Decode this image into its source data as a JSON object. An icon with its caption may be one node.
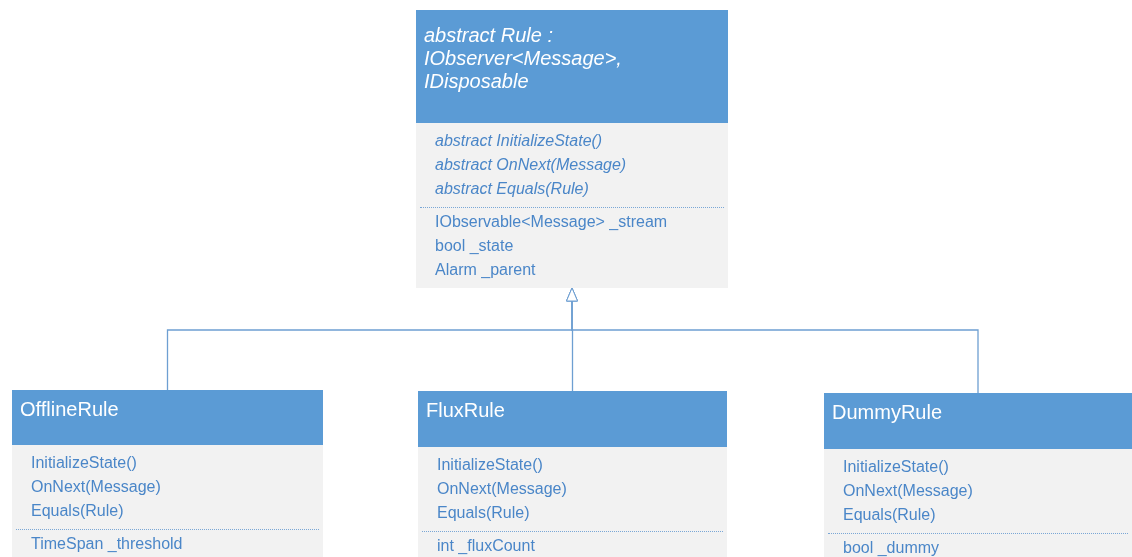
{
  "diagram": {
    "nodes": [
      {
        "text": [
          "abstract Rule : IObserver<Message>, IDisposable",
          "abstract InitializeState()",
          "abstract OnNext(Message)",
          "abstract Equals(Rule)",
          "IObservable<Message> _stream",
          "bool _state",
          "Alarm _parent"
        ]
      },
      {
        "text": [
          "OfflineRule",
          "InitializeState()",
          "OnNext(Message)",
          "Equals(Rule)",
          "TimeSpan _threshold"
        ]
      },
      {
        "text": [
          "FluxRule",
          "InitializeState()",
          "OnNext(Message)",
          "Equals(Rule)",
          "int _fluxCount"
        ]
      },
      {
        "text": [
          "DummyRule",
          "InitializeState()",
          "OnNext(Message)",
          "Equals(Rule)",
          "bool _dummy"
        ]
      }
    ],
    "edges": [
      {
        "from": 1,
        "to": 0,
        "arrow": "to"
      },
      {
        "from": 2,
        "to": 0,
        "arrow": "to"
      },
      {
        "from": 3,
        "to": 0,
        "arrow": "to"
      }
    ]
  }
}
